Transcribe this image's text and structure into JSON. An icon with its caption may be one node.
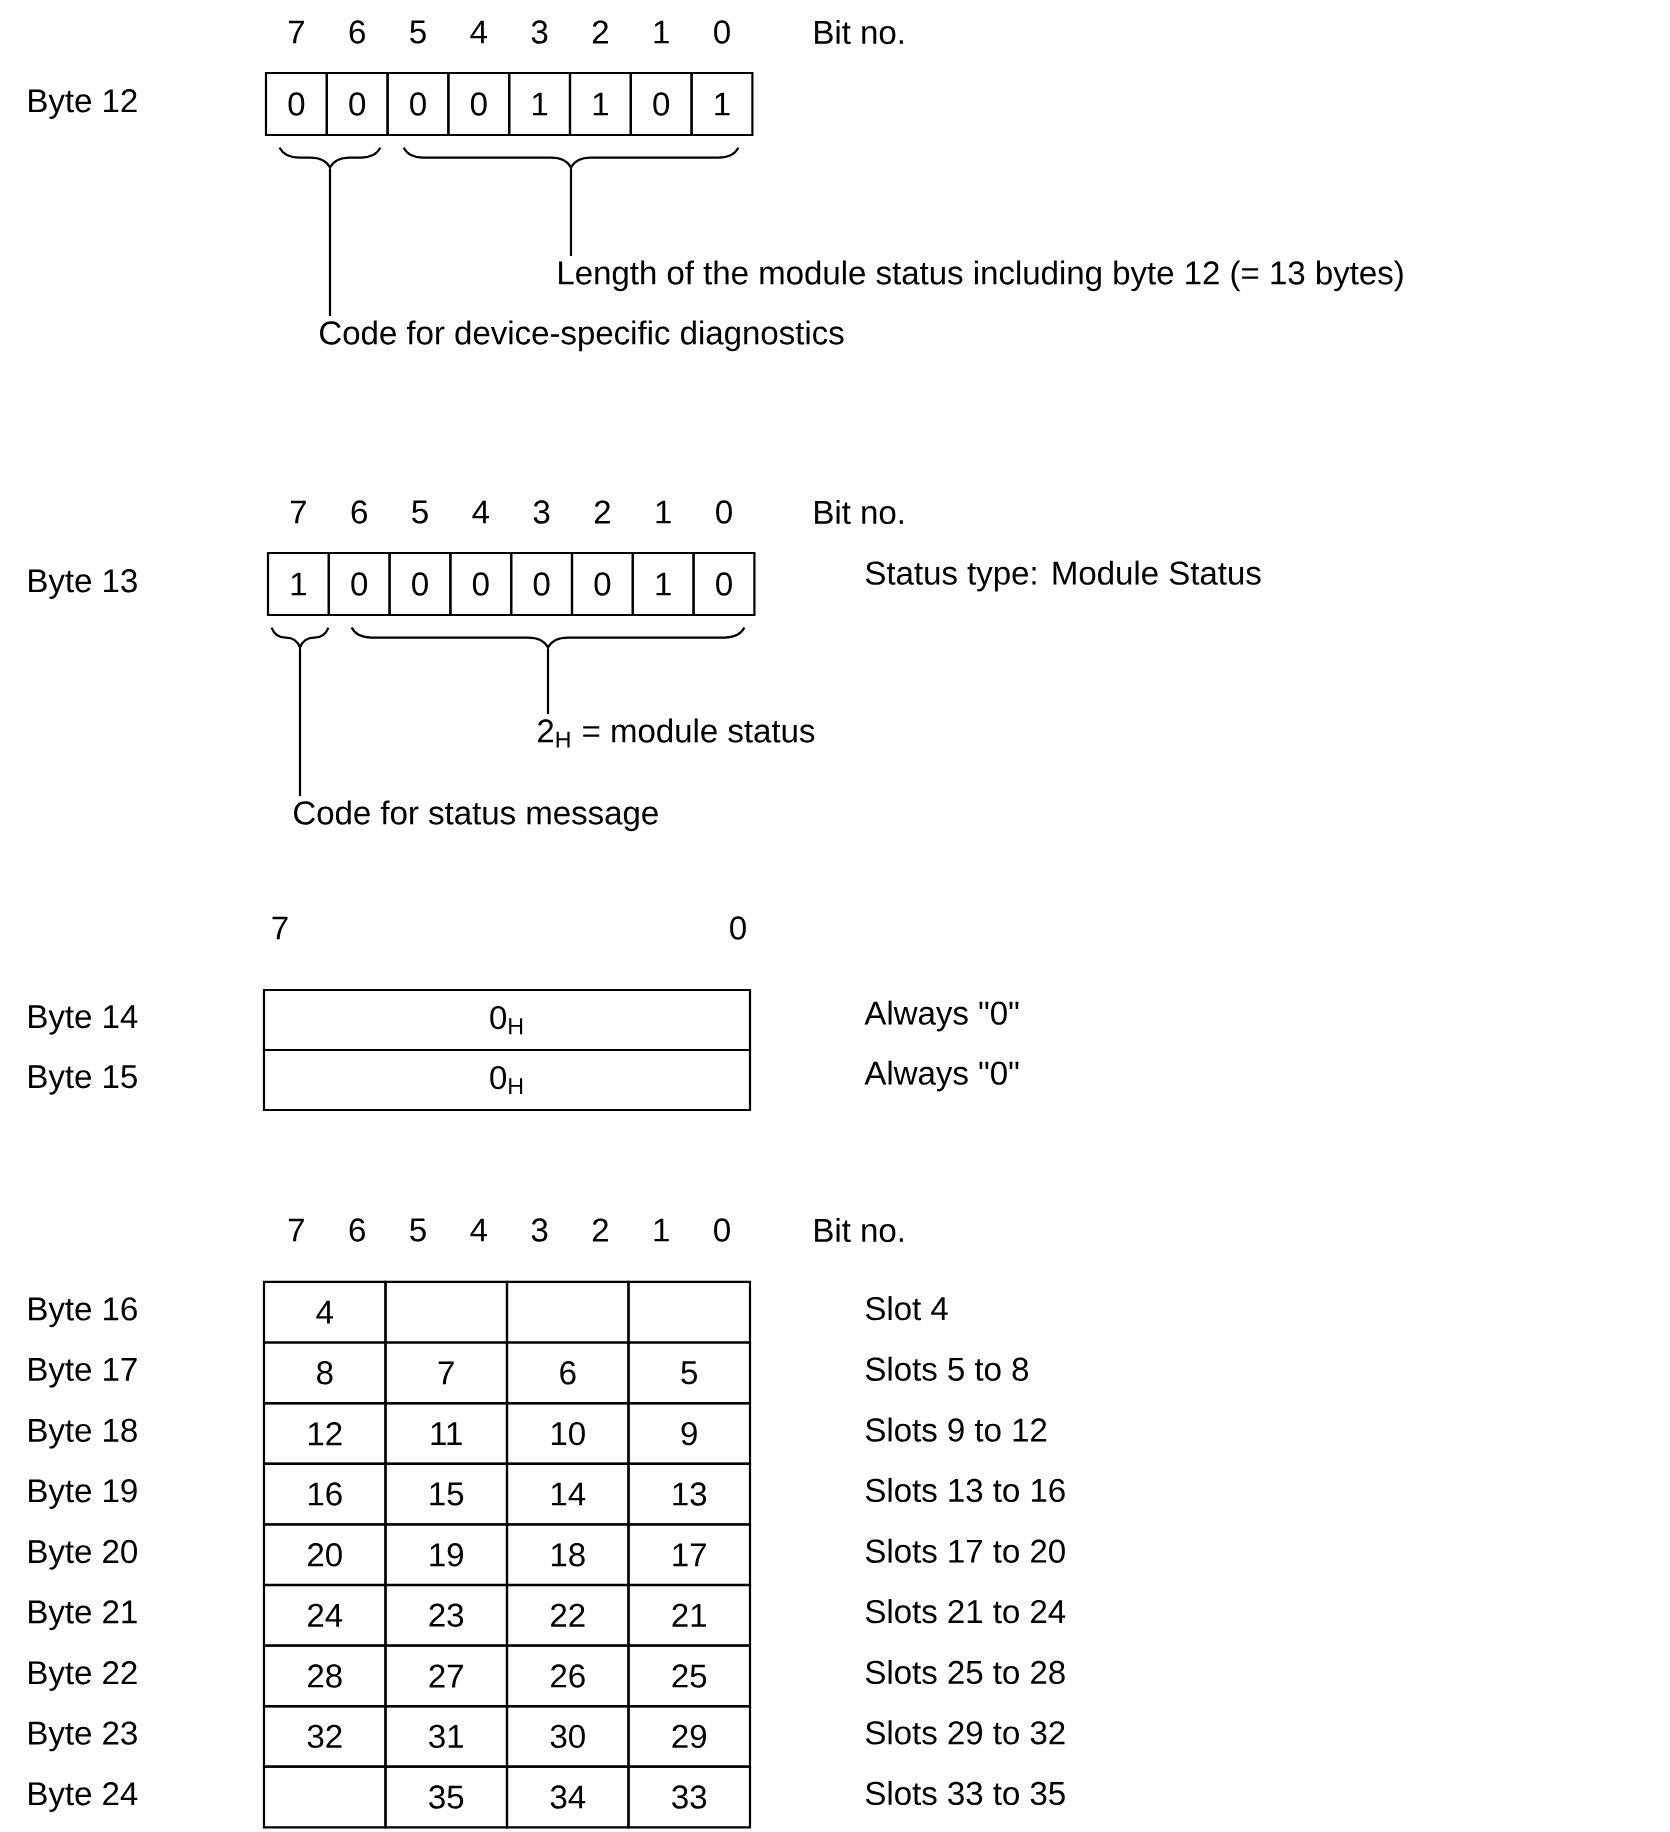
{
  "diagram": {
    "nodes": [
      {
        "text": [],
        "shape": "bracket"
      },
      {
        "text": [],
        "shape": "bracket"
      },
      {
        "text": [
          "Length of the module status including byte 12 (= 13 bytes)"
        ]
      },
      {
        "text": [
          "Code for device-specific diagnostics"
        ]
      },
      {
        "text": [],
        "shape": "bracket"
      },
      {
        "text": [],
        "shape": "bracket"
      },
      {
        "text": [
          "2$_{H}$ = module status"
        ]
      },
      {
        "text": [
          "Code for status message"
        ]
      }
    ],
    "edges": [
      {
        "from": 2,
        "to": 1,
        "arrow": "none"
      },
      {
        "from": 3,
        "to": 0,
        "arrow": "none"
      },
      {
        "from": 6,
        "to": 5,
        "arrow": "none"
      },
      {
        "from": 7,
        "to": 4,
        "arrow": "none"
      }
    ],
    "labels": [
      "7",
      "6",
      "5",
      "4",
      "3",
      "2",
      "1",
      "0",
      "Bit no.",
      "Byte 12",
      "0",
      "0",
      "0",
      "0",
      "1",
      "1",
      "0",
      "1",
      "7",
      "6",
      "5",
      "4",
      "3",
      "2",
      "1",
      "0",
      "Bit no.",
      "Byte 13",
      "1",
      "0",
      "0",
      "0",
      "0",
      "0",
      "1",
      "0",
      "Status type: Module Status",
      "7",
      "0",
      "Byte 14",
      "0$_{H}$",
      "Always \"0\"",
      "Byte 15",
      "0$_{H}$",
      "Always \"0\"",
      "7",
      "6",
      "5",
      "4",
      "3",
      "2",
      "1",
      "0",
      "Bit no.",
      "Byte 16",
      "4",
      "Slot 4",
      "Byte 17",
      "8",
      "7",
      "6",
      "5",
      "Slots 5 to 8",
      "Byte 18",
      "12",
      "11",
      "10",
      "9",
      "Slots 9 to 12",
      "Byte 19",
      "16",
      "15",
      "14",
      "13",
      "Slots 13 to 16",
      "Byte 20",
      "20",
      "19",
      "18",
      "17",
      "Slots 17 to 20",
      "Byte 21",
      "24",
      "23",
      "22",
      "21",
      "Slots 21 to 24",
      "Byte 22",
      "28",
      "27",
      "26",
      "25",
      "Slots 25 to 28",
      "Byte 23",
      "32",
      "31",
      "30",
      "29",
      "Slots 29 to 32",
      "Byte 24",
      "35",
      "34",
      "33",
      "Slots 33 to 35"
    ]
  }
}
